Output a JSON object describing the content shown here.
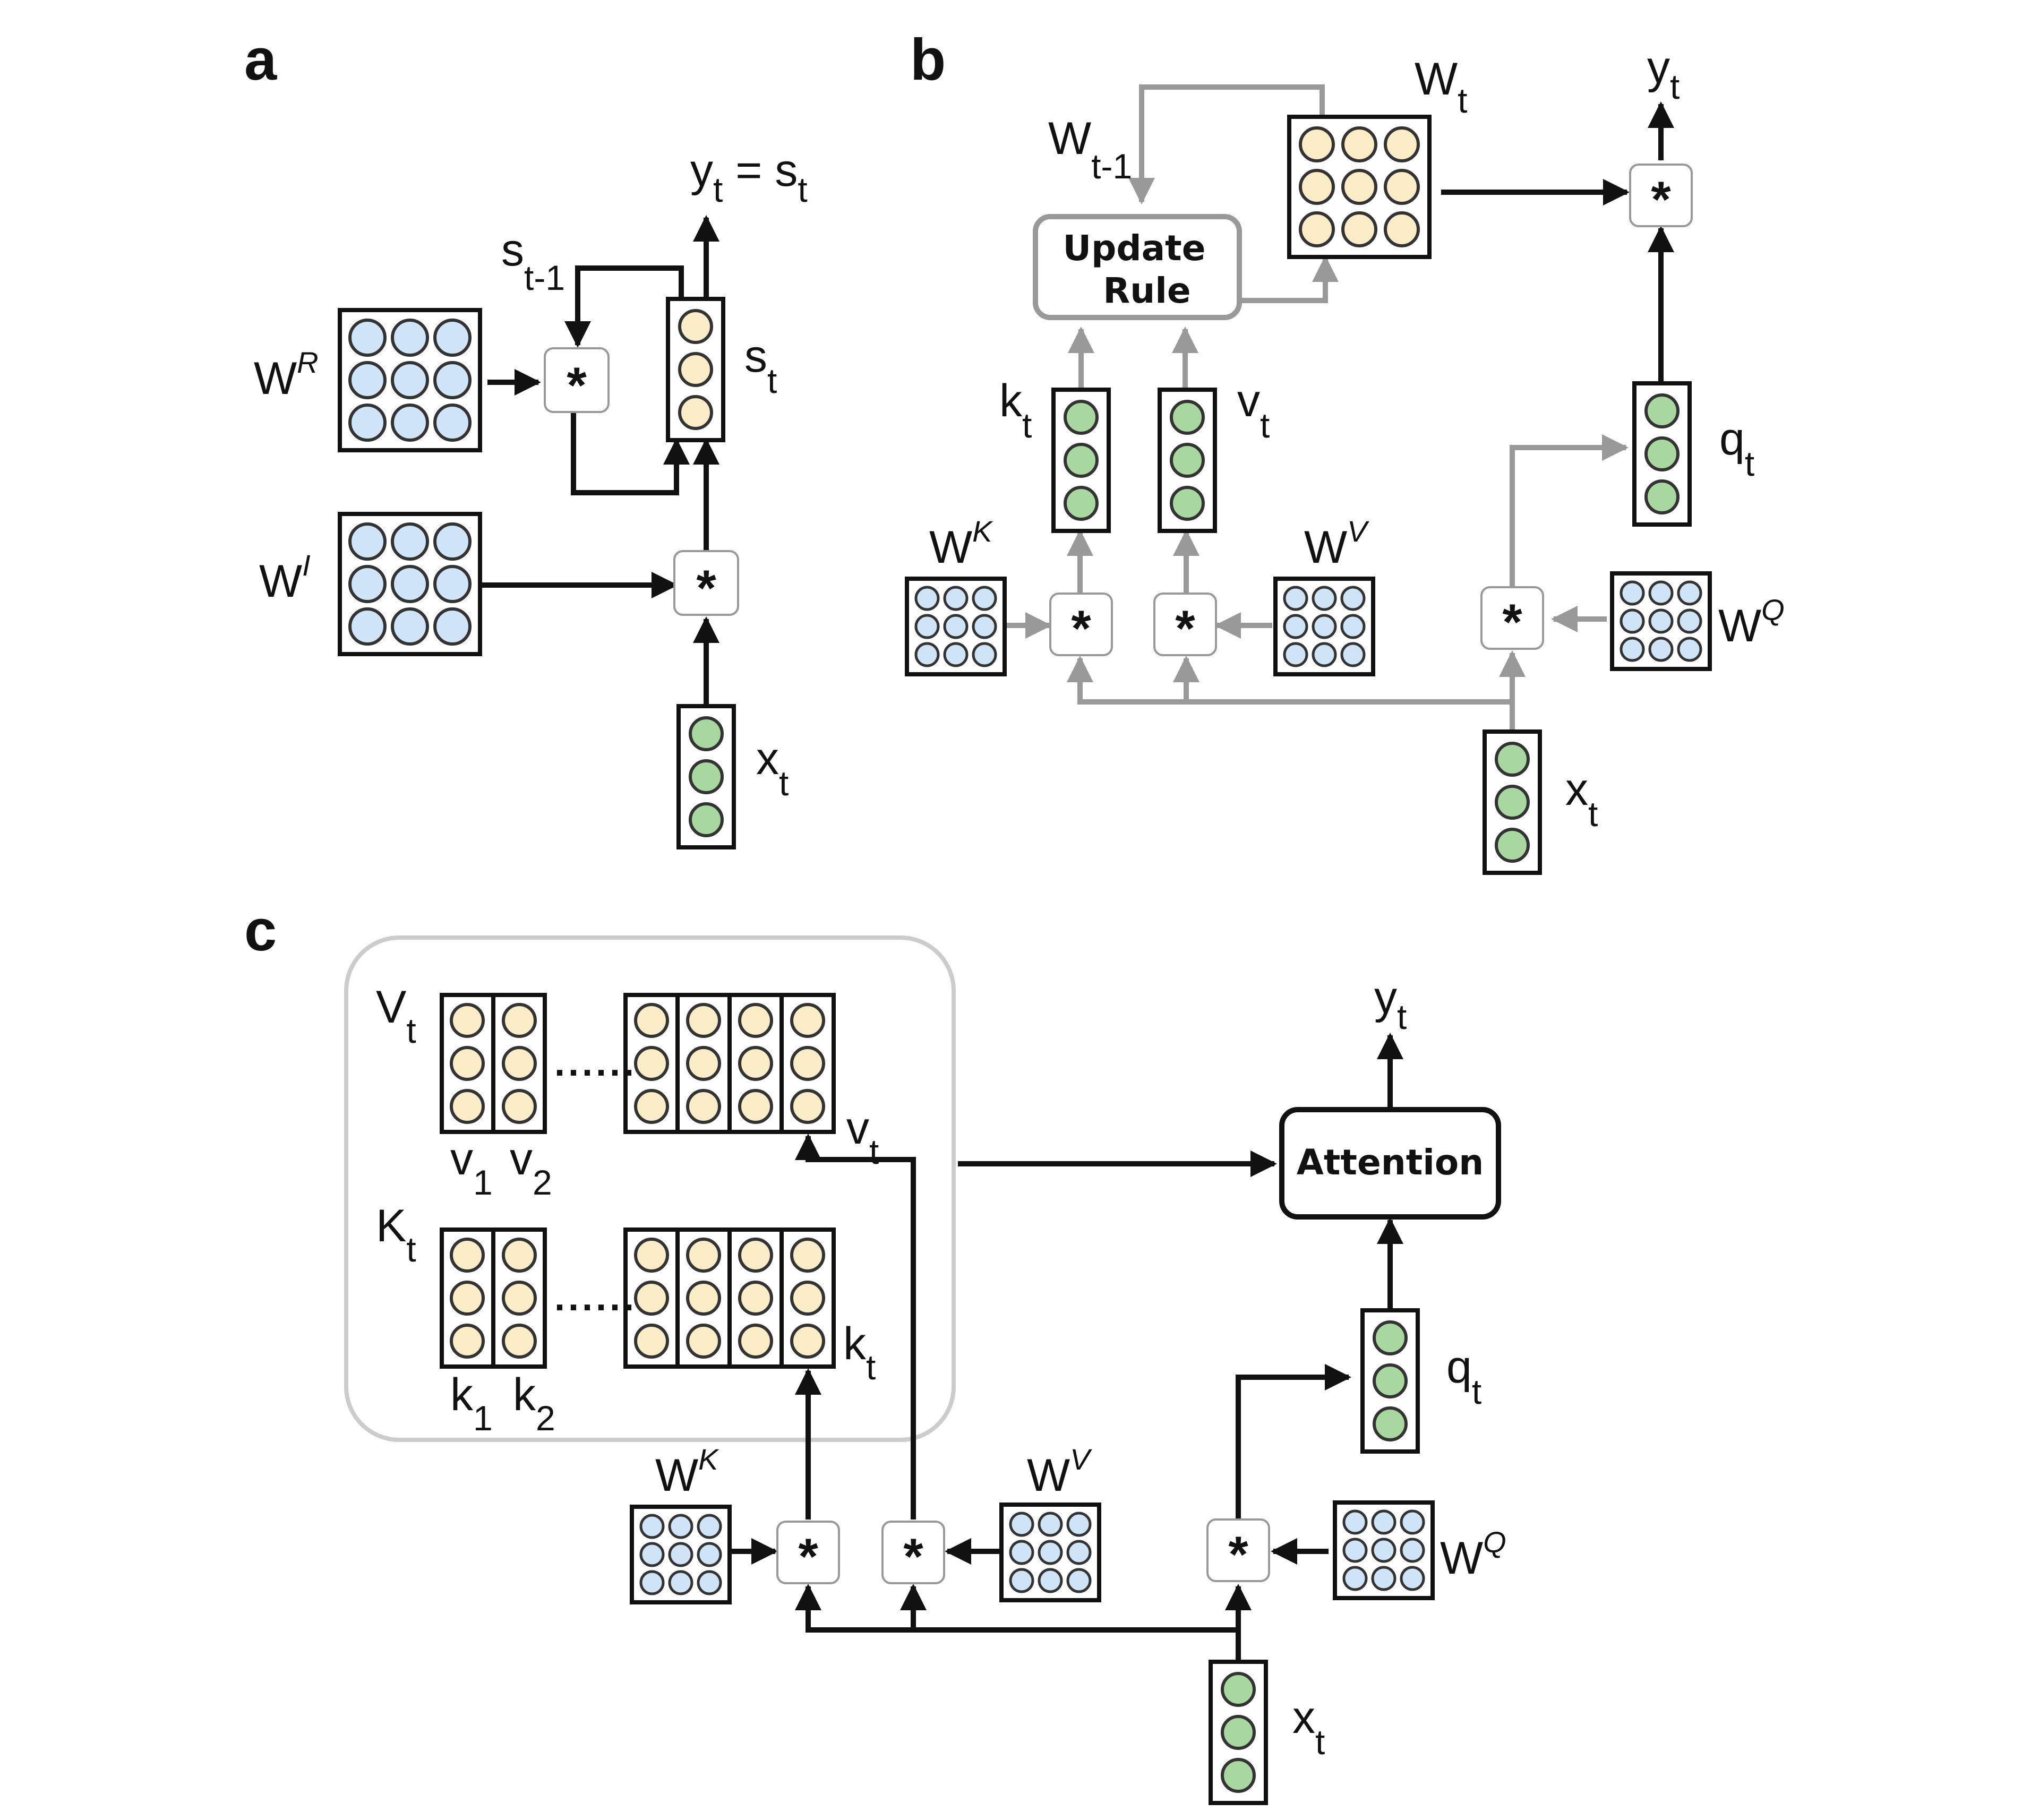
{
  "panels": {
    "a": {
      "letter": "a",
      "labels": {
        "w_r": {
          "main": "W",
          "sup": "R"
        },
        "w_i": {
          "main": "W",
          "sup": "I"
        },
        "s_prev": {
          "main": "s",
          "sub": "t-1"
        },
        "s_t": {
          "main": "s",
          "sub": "t"
        },
        "y_t": {
          "main": "y",
          "sub": "t",
          "suffix": " = s",
          "suffix_sub": "t"
        },
        "x_t": {
          "main": "x",
          "sub": "t"
        }
      },
      "op_symbol": "*"
    },
    "b": {
      "letter": "b",
      "update_rule": [
        "Update",
        "Rule"
      ],
      "labels": {
        "w_prev": {
          "main": "W",
          "sub": "t-1"
        },
        "w_t": {
          "main": "W",
          "sub": "t"
        },
        "y_t": {
          "main": "y",
          "sub": "t"
        },
        "k_t": {
          "main": "k",
          "sub": "t"
        },
        "v_t": {
          "main": "v",
          "sub": "t"
        },
        "q_t": {
          "main": "q",
          "sub": "t"
        },
        "w_k": {
          "main": "W",
          "sup": "K"
        },
        "w_v": {
          "main": "W",
          "sup": "V"
        },
        "w_q": {
          "main": "W",
          "sup": "Q"
        },
        "x_t": {
          "main": "x",
          "sub": "t"
        }
      },
      "op_symbol": "*"
    },
    "c": {
      "letter": "c",
      "attention": "Attention",
      "ellipsis": "......",
      "labels": {
        "v_mat": {
          "main": "V",
          "sub": "t"
        },
        "k_mat": {
          "main": "K",
          "sub": "t"
        },
        "v1": {
          "main": "v",
          "sub": "1"
        },
        "v2": {
          "main": "v",
          "sub": "2"
        },
        "k1": {
          "main": "k",
          "sub": "1"
        },
        "k2": {
          "main": "k",
          "sub": "2"
        },
        "v_t": {
          "main": "v",
          "sub": "t"
        },
        "k_t": {
          "main": "k",
          "sub": "t"
        },
        "y_t": {
          "main": "y",
          "sub": "t"
        },
        "q_t": {
          "main": "q",
          "sub": "t"
        },
        "w_k": {
          "main": "W",
          "sup": "K"
        },
        "w_v": {
          "main": "W",
          "sup": "V"
        },
        "w_q": {
          "main": "W",
          "sup": "Q"
        },
        "x_t": {
          "main": "x",
          "sub": "t"
        }
      },
      "op_symbol": "*"
    }
  },
  "colors": {
    "weight_fill": "#cfe4f7",
    "state_fill": "#fbedc7",
    "input_fill": "#a8d8a0",
    "stroke": "#111111",
    "gray": "#999999",
    "container": "#cccccc"
  }
}
